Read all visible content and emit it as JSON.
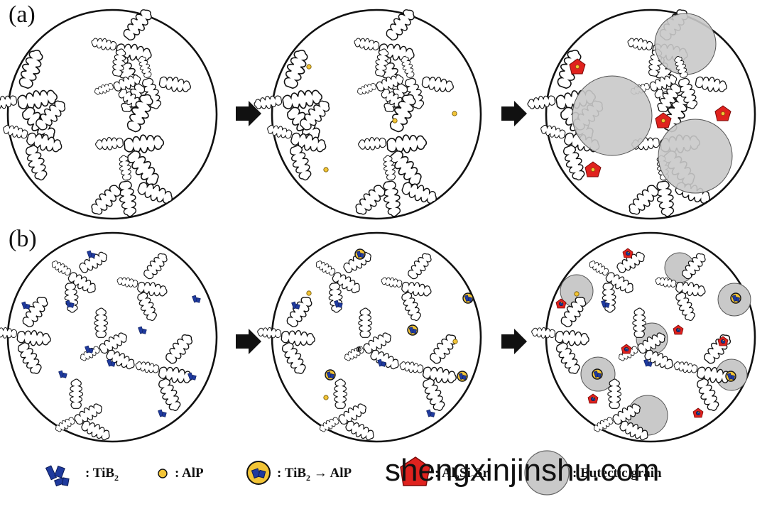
{
  "row_labels": {
    "a": "(a)",
    "b": "(b)"
  },
  "legend": {
    "tib2": ": TiB",
    "tib2_sub": "2",
    "alp": ": AlP",
    "tib2_alp_prefix": ": TiB",
    "tib2_alp_sub": "2",
    "tib2_alp_arrow": "→",
    "tib2_alp_suffix": "AlP",
    "al2si2sr_prefix": ": Al",
    "al2si2sr_sub1": "2",
    "al2si2sr_mid": "Si",
    "al2si2sr_sub2": "2",
    "al2si2sr_suffix": "Sr",
    "eutectic": ": Eutectic grain"
  },
  "watermark": "shengxinjinshu.com",
  "colors": {
    "tib2": "#1f3a9e",
    "alp_fill": "#f2c436",
    "al2si2sr": "#e0221e",
    "eutectic_grain": "#c9c9c9",
    "outline": "#111111"
  },
  "icons": [
    "arrow-right-icon",
    "tib2-icon",
    "alp-icon",
    "tib2-on-alp-icon",
    "al2si2sr-icon",
    "eutectic-grain-icon"
  ]
}
